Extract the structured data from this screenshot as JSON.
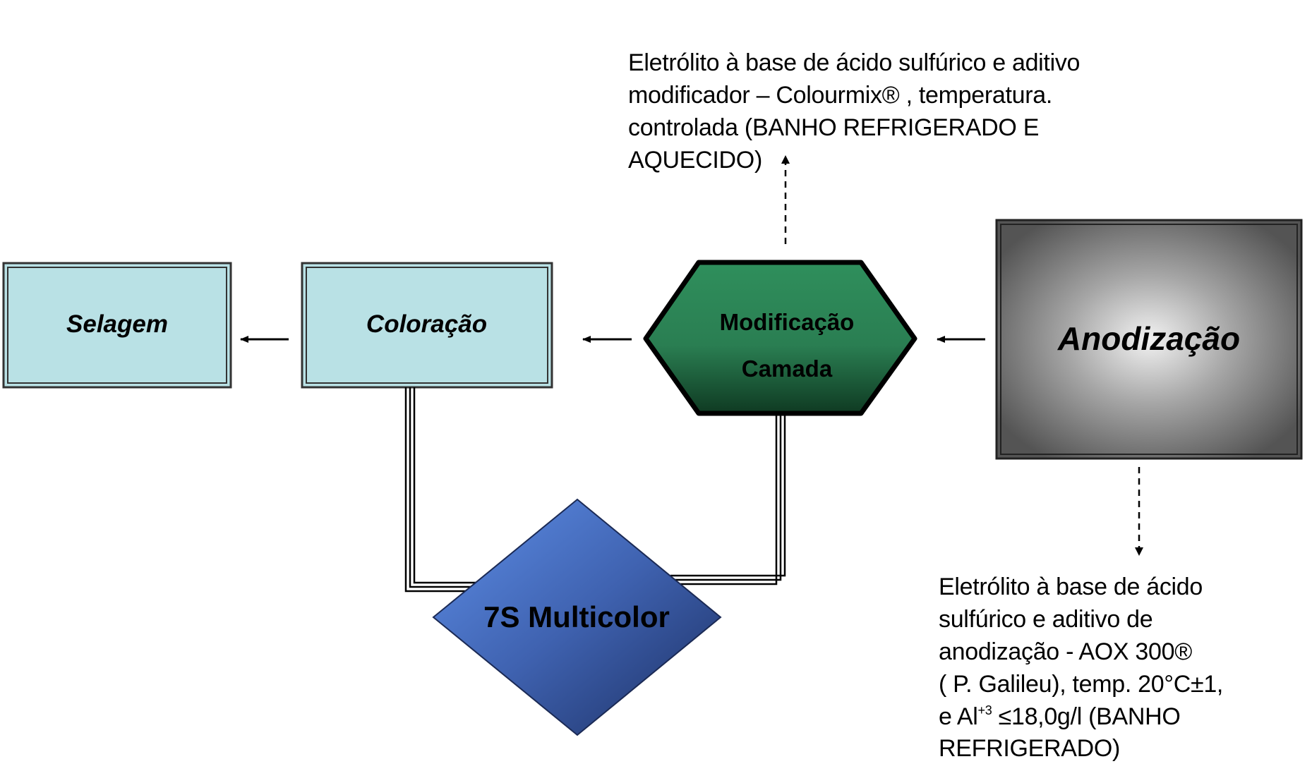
{
  "nodes": {
    "selagem": "Selagem",
    "coloracao": "Coloração",
    "modificacao": {
      "line1": "Modificação",
      "line2": "Camada"
    },
    "anodizacao": "Anodização",
    "multicolor": "7S Multicolor"
  },
  "notes": {
    "top": {
      "line1": "Eletrólito à base de ácido sulfúrico e aditivo",
      "line2": "modificador – Colourmix®  , temperatura.",
      "line3": "controlada (BANHO REFRIGERADO E",
      "line4": "AQUECIDO)"
    },
    "bottom": {
      "line1": "Eletrólito à base de ácido",
      "line2": "sulfúrico e aditivo de",
      "line3": "anodização - AOX 300®",
      "line4": "( P. Galileu), temp. 20°C±1,",
      "line5a": "e Al",
      "line5sup": "+3",
      "line5b": " ≤18,0g/l (BANHO",
      "line6": "REFRIGERADO)"
    }
  },
  "colors": {
    "process_box_fill": "#b9e1e5",
    "modificacao_fill": "#2e8b57",
    "multicolor_fill": "#4a72c4",
    "anodizacao_center": "#e8e8e8",
    "anodizacao_edge": "#5a5a5a"
  }
}
